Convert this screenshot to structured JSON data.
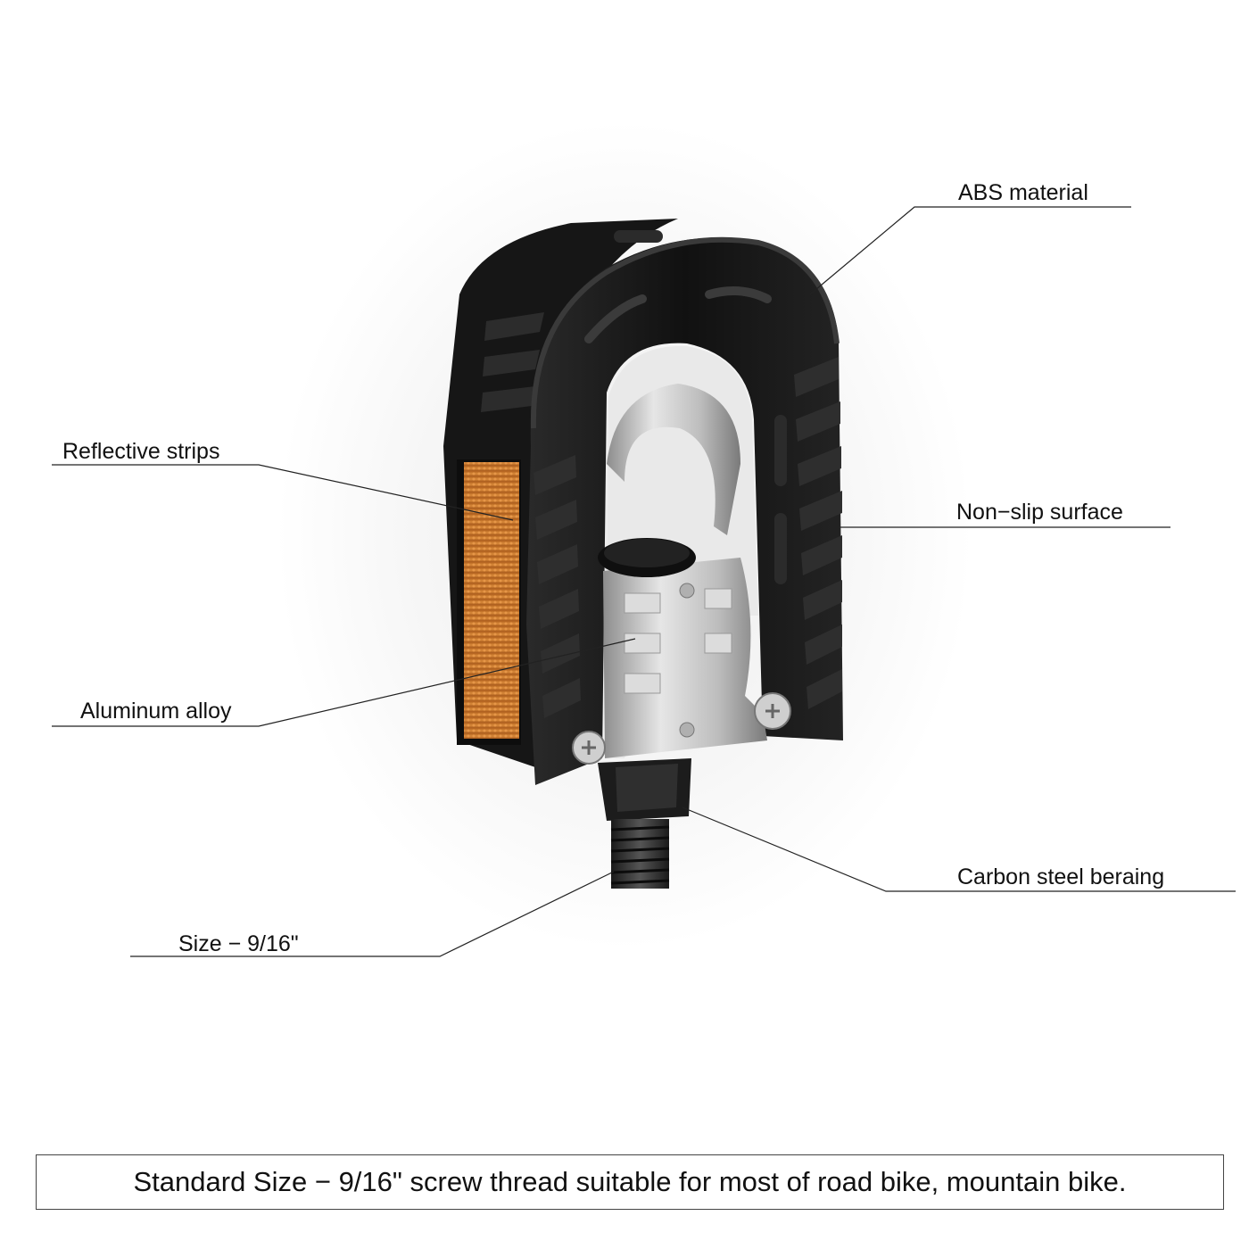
{
  "callouts": {
    "abs": "ABS material",
    "reflective": "Reflective strips",
    "nonslip": "Non−slip surface",
    "aluminum": "Aluminum alloy",
    "carbon": "Carbon steel beraing",
    "size": "Size − 9/16\""
  },
  "footer": {
    "text": "Standard Size − 9/16\" screw thread suitable for most of road bike, mountain bike."
  },
  "colors": {
    "pedal_body": "#141414",
    "metal": "#c9c9c9",
    "reflector": "#c8742a",
    "leader_line": "#222222"
  }
}
